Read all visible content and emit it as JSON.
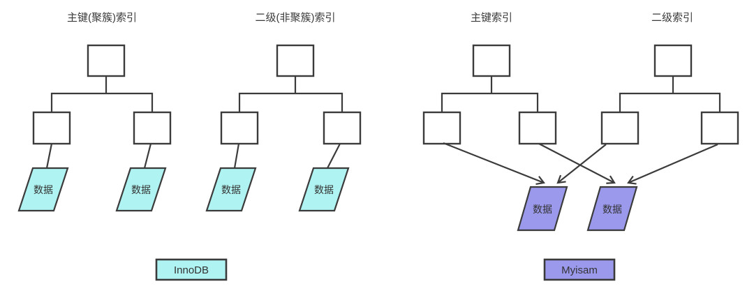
{
  "diagram": {
    "line_color": "#3b3b3b",
    "innodb": {
      "clustered_title": "主键(聚簇)索引",
      "secondary_title": "二级(非聚簇)索引",
      "data_label": "数据",
      "engine_label": "InnoDB",
      "fill": "#aff4f2"
    },
    "myisam": {
      "primary_title": "主键索引",
      "secondary_title": "二级索引",
      "data_label": "数据",
      "engine_label": "Myisam",
      "fill": "#9b99ec"
    }
  }
}
